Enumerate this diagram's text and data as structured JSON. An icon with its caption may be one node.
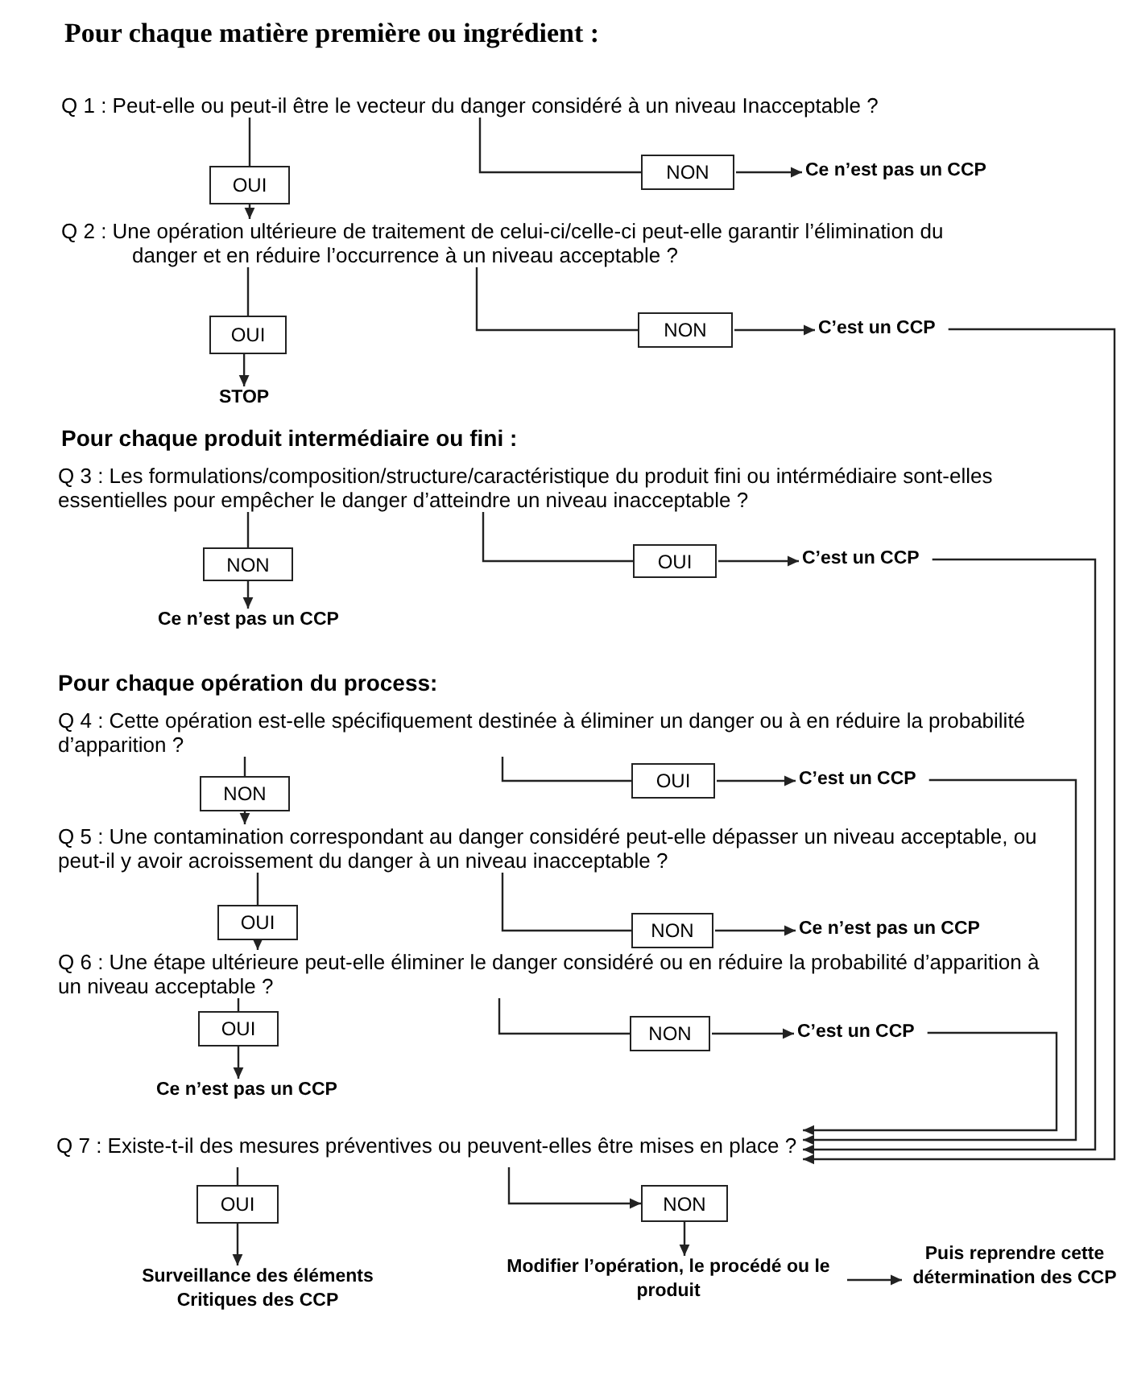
{
  "diagram": {
    "title": "Pour chaque matière première ou ingrédient :",
    "nodes": [
      {
        "text": [
          "Q 1 : Peut-elle ou peut-il être le vecteur du danger considéré à un niveau Inacceptable ?"
        ]
      },
      {
        "text": [
          "OUI"
        ]
      },
      {
        "text": [
          "NON"
        ]
      },
      {
        "text": [
          "Ce n’est pas un CCP"
        ]
      },
      {
        "text": [
          "Q 2 : Une opération ultérieure de traitement de celui-ci/celle-ci peut-elle garantir l’élimination du danger et en réduire l’occurrence à un niveau acceptable ?"
        ]
      },
      {
        "text": [
          "OUI"
        ]
      },
      {
        "text": [
          "NON"
        ]
      },
      {
        "text": [
          "C’est un CCP"
        ]
      },
      {
        "text": [
          "STOP"
        ]
      },
      {
        "text": [
          "Q 3 : Les formulations/composition/structure/caractéristique du produit fini ou intérmédiaire sont-elles essentielles pour empêcher le danger d’atteindre un niveau inacceptable ?"
        ]
      },
      {
        "text": [
          "NON"
        ]
      },
      {
        "text": [
          "OUI"
        ]
      },
      {
        "text": [
          "C’est un CCP"
        ]
      },
      {
        "text": [
          "Ce n’est pas un CCP"
        ]
      },
      {
        "text": [
          "Q 4 : Cette opération est-elle spécifiquement destinée à éliminer un danger ou à en réduire la probabilité d’apparition ?"
        ]
      },
      {
        "text": [
          "NON"
        ]
      },
      {
        "text": [
          "OUI"
        ]
      },
      {
        "text": [
          "C’est un CCP"
        ]
      },
      {
        "text": [
          "Q 5 : Une contamination correspondant au danger considéré peut-elle dépasser un niveau acceptable, ou peut-il y avoir acroissement du danger à un niveau inacceptable ?"
        ]
      },
      {
        "text": [
          "OUI"
        ]
      },
      {
        "text": [
          "NON"
        ]
      },
      {
        "text": [
          "Ce n’est pas un CCP"
        ]
      },
      {
        "text": [
          "Q 6 : Une étape ultérieure peut-elle éliminer le danger considéré ou en réduire la probabilité d’apparition à un niveau acceptable ?"
        ]
      },
      {
        "text": [
          "OUI"
        ]
      },
      {
        "text": [
          "NON"
        ]
      },
      {
        "text": [
          "C’est un CCP"
        ]
      },
      {
        "text": [
          "Ce n’est pas un CCP"
        ]
      },
      {
        "text": [
          "Q 7 : Existe-t-il des mesures préventives ou peuvent-elles être mises en place ?"
        ]
      },
      {
        "text": [
          "OUI"
        ]
      },
      {
        "text": [
          "NON"
        ]
      },
      {
        "text": [
          "Surveillance des éléments Critiques des CCP"
        ]
      },
      {
        "text": [
          "Modifier l’opération, le procédé ou le produit"
        ]
      },
      {
        "text": [
          "Puis reprendre cette détermination des CCP"
        ]
      }
    ],
    "edges": [
      {
        "from": 0,
        "to": 1,
        "arrow": "none"
      },
      {
        "from": 1,
        "to": 4,
        "arrow": "to"
      },
      {
        "from": 0,
        "to": 2,
        "arrow": "none"
      },
      {
        "from": 2,
        "to": 3,
        "arrow": "to"
      },
      {
        "from": 4,
        "to": 5,
        "arrow": "none"
      },
      {
        "from": 5,
        "to": 8,
        "arrow": "to"
      },
      {
        "from": 4,
        "to": 6,
        "arrow": "none"
      },
      {
        "from": 6,
        "to": 7,
        "arrow": "to"
      },
      {
        "from": 7,
        "to": 27,
        "arrow": "to"
      },
      {
        "from": 9,
        "to": 10,
        "arrow": "none"
      },
      {
        "from": 10,
        "to": 13,
        "arrow": "to"
      },
      {
        "from": 9,
        "to": 11,
        "arrow": "none"
      },
      {
        "from": 11,
        "to": 12,
        "arrow": "to"
      },
      {
        "from": 12,
        "to": 27,
        "arrow": "to"
      },
      {
        "from": 14,
        "to": 15,
        "arrow": "none"
      },
      {
        "from": 15,
        "to": 18,
        "arrow": "to"
      },
      {
        "from": 14,
        "to": 16,
        "arrow": "none"
      },
      {
        "from": 16,
        "to": 17,
        "arrow": "to"
      },
      {
        "from": 17,
        "to": 27,
        "arrow": "to"
      },
      {
        "from": 18,
        "to": 19,
        "arrow": "none"
      },
      {
        "from": 19,
        "to": 22,
        "arrow": "to"
      },
      {
        "from": 18,
        "to": 20,
        "arrow": "none"
      },
      {
        "from": 20,
        "to": 21,
        "arrow": "to"
      },
      {
        "from": 22,
        "to": 23,
        "arrow": "none"
      },
      {
        "from": 23,
        "to": 26,
        "arrow": "to"
      },
      {
        "from": 22,
        "to": 24,
        "arrow": "none"
      },
      {
        "from": 24,
        "to": 25,
        "arrow": "to"
      },
      {
        "from": 25,
        "to": 27,
        "arrow": "to"
      },
      {
        "from": 27,
        "to": 28,
        "arrow": "none"
      },
      {
        "from": 28,
        "to": 30,
        "arrow": "to"
      },
      {
        "from": 27,
        "to": 29,
        "arrow": "to"
      },
      {
        "from": 29,
        "to": 31,
        "arrow": "to"
      },
      {
        "from": 31,
        "to": 32,
        "arrow": "to"
      }
    ],
    "labels": [
      "Pour chaque produit intermédiaire ou fini :",
      "Pour chaque opération du process:"
    ]
  }
}
